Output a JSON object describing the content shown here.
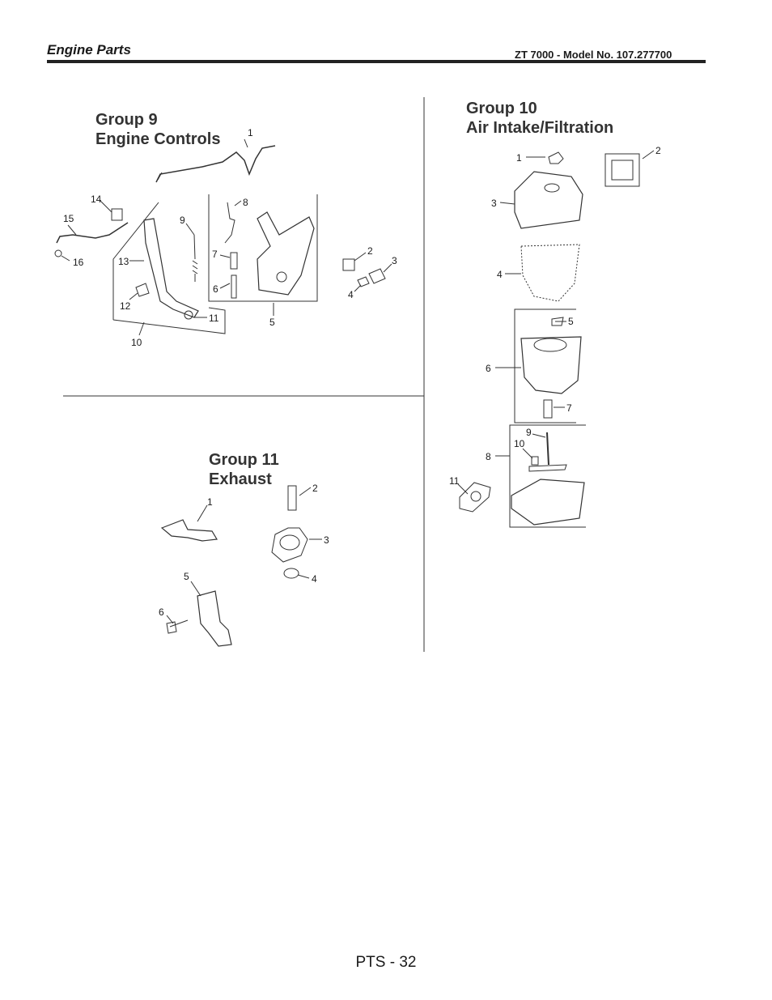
{
  "header": {
    "section": "Engine Parts",
    "model": "ZT 7000 - Model No. 107.277700"
  },
  "groups": [
    {
      "title_line1": "Group 9",
      "title_line2": "Engine Controls",
      "callouts": [
        "1",
        "2",
        "3",
        "4",
        "5",
        "6",
        "7",
        "8",
        "9",
        "10",
        "11",
        "12",
        "13",
        "14",
        "15",
        "16"
      ]
    },
    {
      "title_line1": "Group 10",
      "title_line2": "Air Intake/Filtration",
      "callouts": [
        "1",
        "2",
        "3",
        "4",
        "5",
        "6",
        "7",
        "8",
        "9",
        "10",
        "11"
      ]
    },
    {
      "title_line1": "Group 11",
      "title_line2": "Exhaust",
      "callouts": [
        "1",
        "2",
        "3",
        "4",
        "5",
        "6"
      ]
    }
  ],
  "footer": {
    "page": "PTS - 32"
  }
}
